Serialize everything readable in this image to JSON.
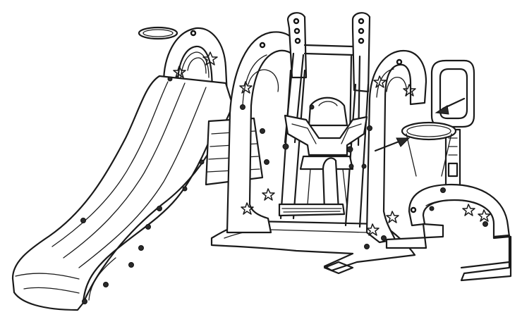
{
  "figure": {
    "kind": "assembly-illustration",
    "line_color": "#1a1a1a",
    "background": "#ffffff",
    "parts": [
      {
        "id": "slide",
        "icon": "slide-chute"
      },
      {
        "id": "slide-tower",
        "icon": "arched-tower-frame"
      },
      {
        "id": "top-ring",
        "icon": "hoop-ring"
      },
      {
        "id": "swing-frame",
        "icon": "a-frame"
      },
      {
        "id": "swing-seat",
        "icon": "bucket-seat"
      },
      {
        "id": "basketball-hoop",
        "icon": "hoop-ring"
      },
      {
        "id": "backboard",
        "icon": "backboard"
      },
      {
        "id": "base-plate",
        "icon": "base-plate"
      },
      {
        "id": "side-leg",
        "icon": "u-leg"
      }
    ],
    "callout_arrows": 2
  }
}
